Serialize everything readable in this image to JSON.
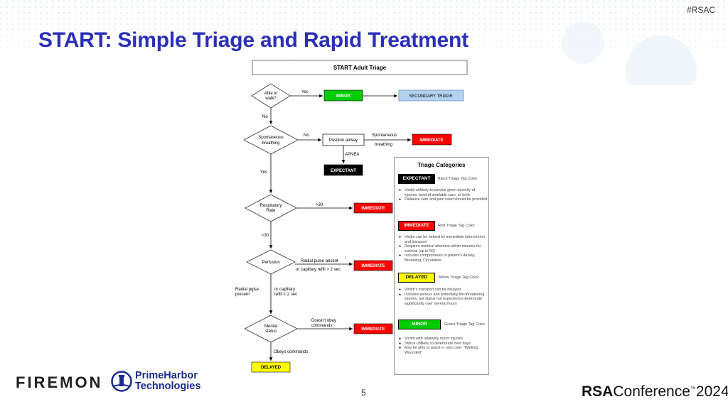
{
  "hashtag": "#RSAC",
  "title": "START: Simple Triage and Rapid Treatment",
  "page_number": "5",
  "flowchart": {
    "header": "START Adult Triage",
    "decisions": {
      "walk": [
        "Able to",
        "walk?"
      ],
      "breathing": [
        "Spontaneous",
        "breathing"
      ],
      "resp": [
        "Respiratory",
        "Rate"
      ],
      "perfusion": [
        "Perfusion"
      ],
      "mental": [
        "Mental",
        "status"
      ]
    },
    "process": {
      "position_airway": "Position airway"
    },
    "outcomes": {
      "minor": "MINOR",
      "secondary": "SECONDARY TRIAGE",
      "immediate": "IMMEDIATE",
      "expectant": "EXPECTANT",
      "delayed": "DELAYED"
    },
    "edges": {
      "yes": "Yes",
      "no": "No",
      "spont_breath_1": "Spontaneous",
      "spont_breath_2": "breathing",
      "apnea": "APNEA",
      "gt30": ">30",
      "lt30": "<30",
      "radial_absent": "Radial pulse absent",
      "cap_gt2": "or capillary refill > 2 sec",
      "radial_present_1": "Radial pulse",
      "radial_present_2": "present",
      "cap_lt2_1": "or capillary",
      "cap_lt2_2": "refill < 2 sec",
      "not_obey_1": "Doesn't obey",
      "not_obey_2": "commands",
      "obey": "Obeys commands",
      "footnote": "1"
    },
    "colors": {
      "red": "#ff0000",
      "green": "#00cc00",
      "yellow": "#ffff00",
      "black": "#000000",
      "light_blue": "#b4d2f0"
    }
  },
  "categories": {
    "title": "Triage Categories",
    "expectant": {
      "tag": "EXPECTANT",
      "desc": "Black Triage Tag Color",
      "bullets": [
        "Victim unlikely to survive given severity of injuries, level of available care, or both",
        "Palliative care and pain relief should be provided"
      ]
    },
    "immediate": {
      "tag": "IMMEDIATE",
      "desc": "Red Triage Tag Color",
      "bullets": [
        "Victim can be helped by immediate intervention and transport",
        "Requires medical attention within minutes for survival (up to 60)",
        "Includes compromises to patient's Airway, Breathing, Circulation"
      ]
    },
    "delayed": {
      "tag": "DELAYED",
      "desc": "Yellow Triage Tag Color",
      "bullets": [
        "Victim's transport can be delayed",
        "Includes serious and potentially life-threatening injuries, but status not expected to deteriorate significantly over several hours"
      ]
    },
    "minor": {
      "tag": "MINOR",
      "desc": "Green Triage Tag Color",
      "bullets": [
        "Victim with relatively minor injuries",
        "Status unlikely to deteriorate over days",
        "May be able to assist in own care: \"Walking Wounded\""
      ]
    }
  },
  "logos": {
    "firemon": "FIREMON",
    "primeharbor_1": "PrimeHarbor",
    "primeharbor_2": "Technologies",
    "rsa_bold": "RSA",
    "rsa_rest": "Conference",
    "rsa_year": "2024",
    "rsa_tm": "™"
  }
}
